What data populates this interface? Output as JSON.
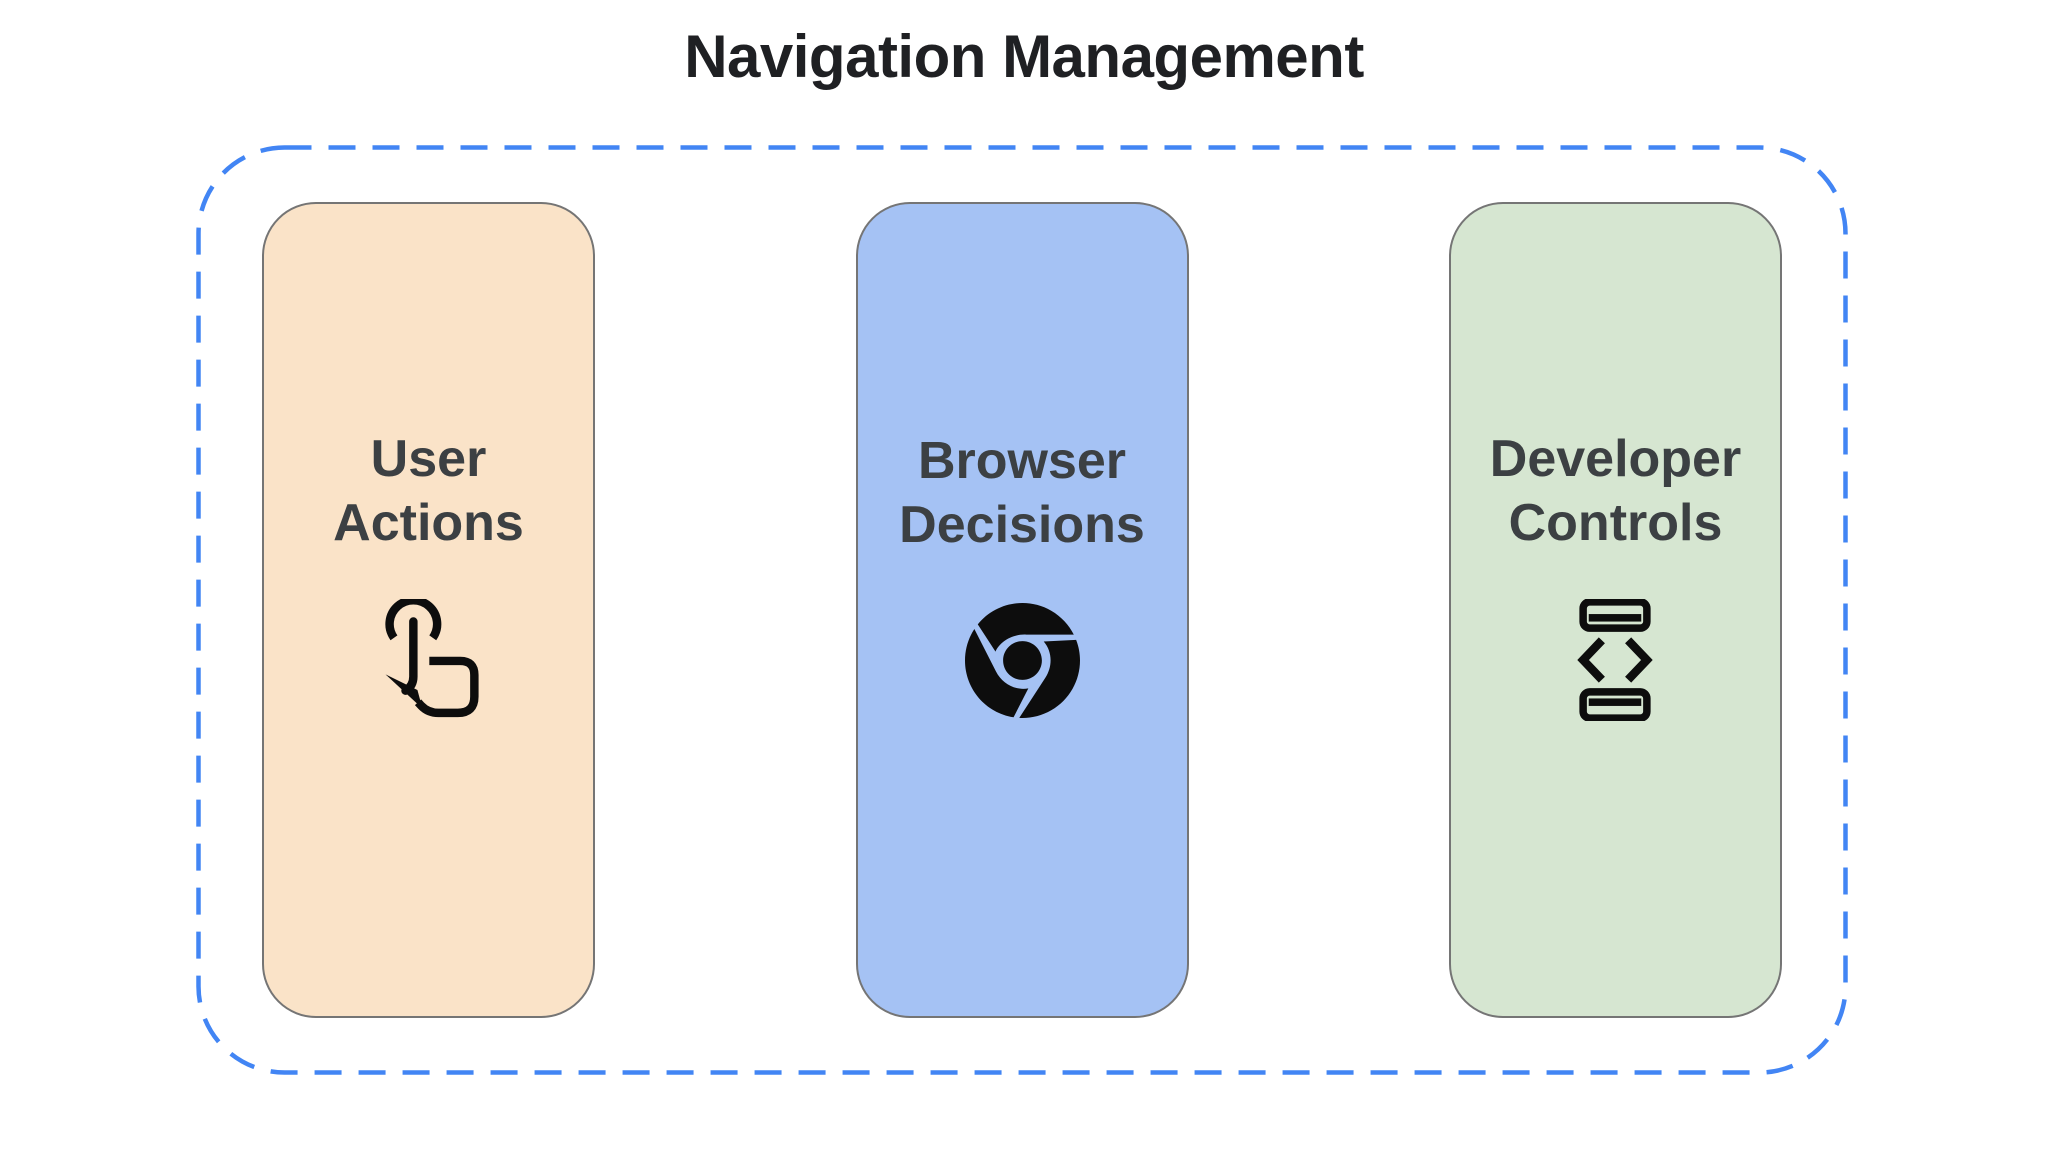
{
  "title": "Navigation Management",
  "colors": {
    "title_text": "#1f2023",
    "card_text": "#3c4043",
    "icon": "#0d0d0d",
    "container_border": "#4285f4",
    "card_border": "#757575"
  },
  "container": {
    "name": "Navigation Management group",
    "border_style": "dashed"
  },
  "cards": [
    {
      "label": "User\nActions",
      "bg": "#fae3c8",
      "icon": "touch-gesture-icon"
    },
    {
      "label": "Browser\nDecisions",
      "bg": "#a5c2f4",
      "icon": "chrome-browser-icon"
    },
    {
      "label": "Developer\nControls",
      "bg": "#d6e6d1",
      "icon": "developer-mode-icon"
    }
  ]
}
